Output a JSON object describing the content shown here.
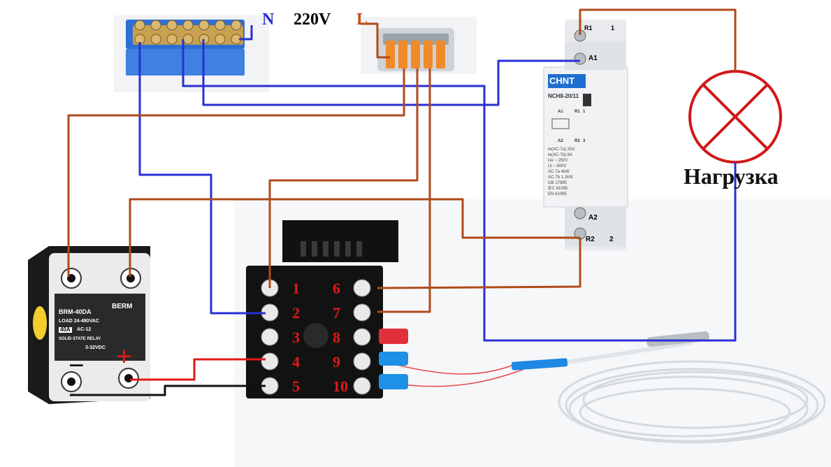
{
  "colors": {
    "neutral": "#2a2fd4",
    "line": "#b04a1a",
    "dc_plus": "#e01818",
    "dc_minus": "#111111",
    "thermo": "#e84a4a",
    "lamp": "#d01818",
    "label_n": "#2a2fd4",
    "label_l": "#c0501a",
    "terminal_num": "#e01818"
  },
  "supply": {
    "n_label": "N",
    "voltage_label": "220V",
    "l_label": "L"
  },
  "load": {
    "label": "Нагрузка"
  },
  "contactor": {
    "brand": "CHNT",
    "model": "NCH8-20/11",
    "terminals": {
      "r1": "R1",
      "one": "1",
      "a1": "A1",
      "a2": "A2",
      "r2": "R2",
      "two": "2"
    },
    "panel": {
      "col_a1": "A1",
      "col_r1": "R1",
      "col_1": "1",
      "col_a2": "A2",
      "col_r2": "R2",
      "col_3": "3",
      "specs": [
        "Ie(AC-7a)  20A",
        "Ie(AC-7b)  6A",
        "Ue ~  250V",
        "Ui ~  500V",
        "AC-7a  4kW",
        "AC-7b  1.2kW",
        "GB 17885",
        "IEC 61095",
        "EN 61095"
      ]
    }
  },
  "ssr": {
    "model": "BRM-40DA",
    "brand": "BERM",
    "load_text": "LOAD 24-480VAC",
    "current": "40A",
    "input": "AC-12",
    "type": "SOLID STATE RELAY",
    "control": "3-32VDC",
    "plus": "+",
    "minus": "−"
  },
  "controller": {
    "left_terminals": [
      "1",
      "2",
      "3",
      "4",
      "5"
    ],
    "right_terminals": [
      "6",
      "7",
      "8",
      "9",
      "10"
    ]
  }
}
